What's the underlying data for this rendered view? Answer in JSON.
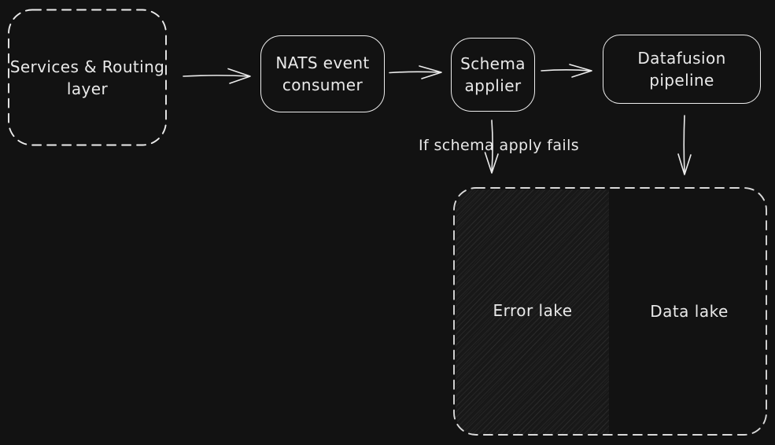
{
  "colors": {
    "bg": "#121212",
    "stroke": "#ececec",
    "stroke_dim": "#d9d9d9",
    "text": "#e9e9e9",
    "hatch_base": "#181818"
  },
  "nodes": {
    "services": {
      "lines": [
        "Services & Routing",
        "layer"
      ]
    },
    "nats": {
      "lines": [
        "NATS event",
        "consumer"
      ]
    },
    "schema": {
      "lines": [
        "Schema",
        "applier"
      ]
    },
    "datafusion": {
      "label": "Datafusion pipeline"
    }
  },
  "lakes_container": {
    "error_lake_label": "Error lake",
    "data_lake_label": "Data lake"
  },
  "annotations": {
    "schema_fail": "If schema apply fails"
  }
}
